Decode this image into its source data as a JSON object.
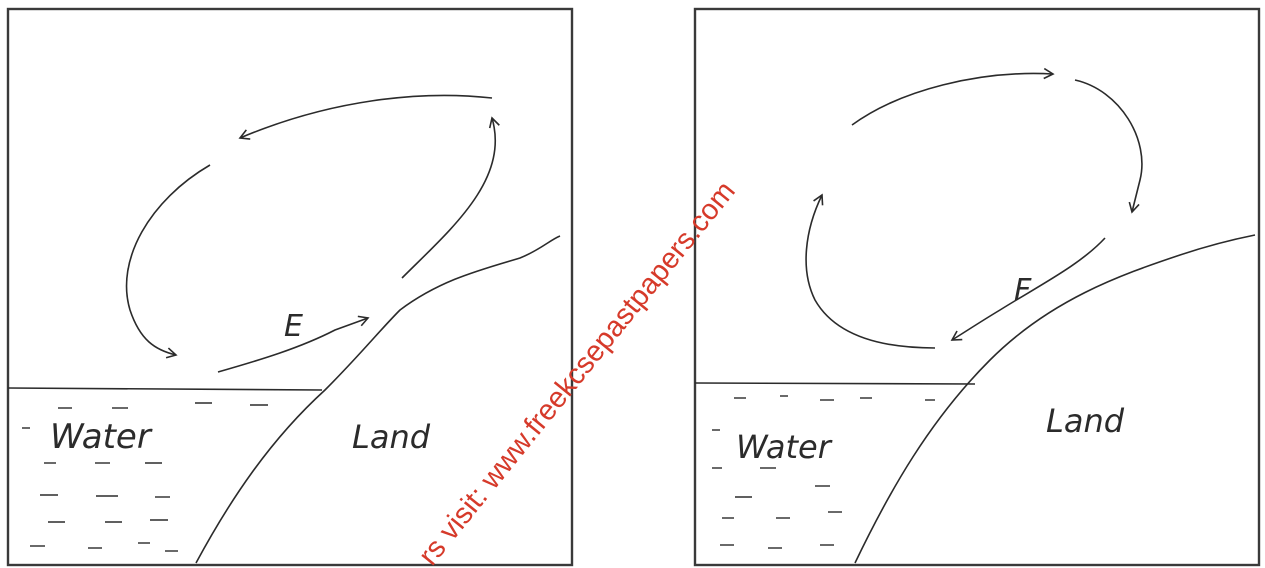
{
  "diagrams": [
    {
      "water_label": "Water",
      "land_label": "Land",
      "wind_label": "E"
    },
    {
      "water_label": "Water",
      "land_label": "Land",
      "wind_label": "F"
    }
  ],
  "watermark": "rs visit: www.freekcsepastpapers.com",
  "colors": {
    "ink": "#2b2b2b",
    "watermark": "#d63a2a"
  }
}
